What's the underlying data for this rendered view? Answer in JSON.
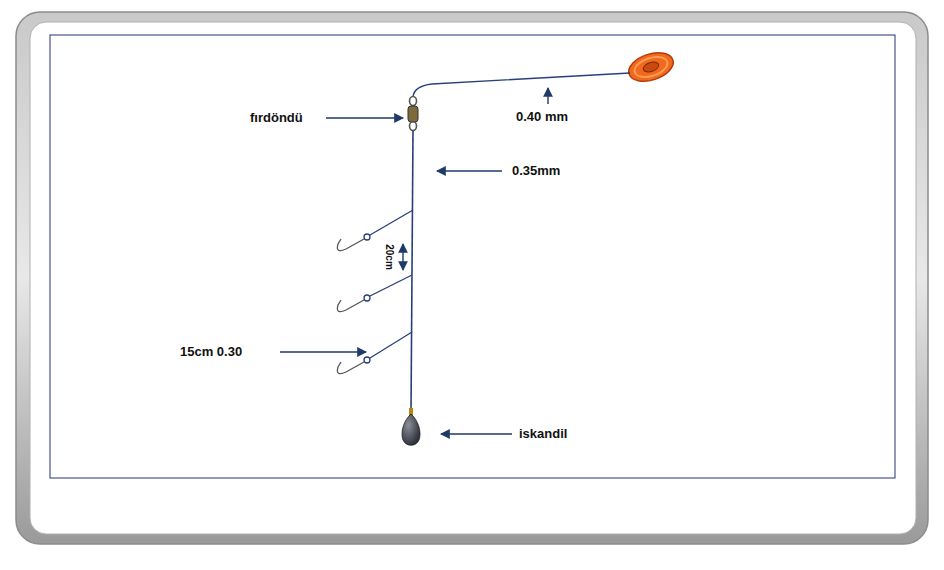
{
  "diagram": {
    "labels": [
      "fırdöndü",
      "0.40 mm",
      "0.35mm",
      "20cm",
      "15cm 0.30",
      "iskandil"
    ]
  }
}
